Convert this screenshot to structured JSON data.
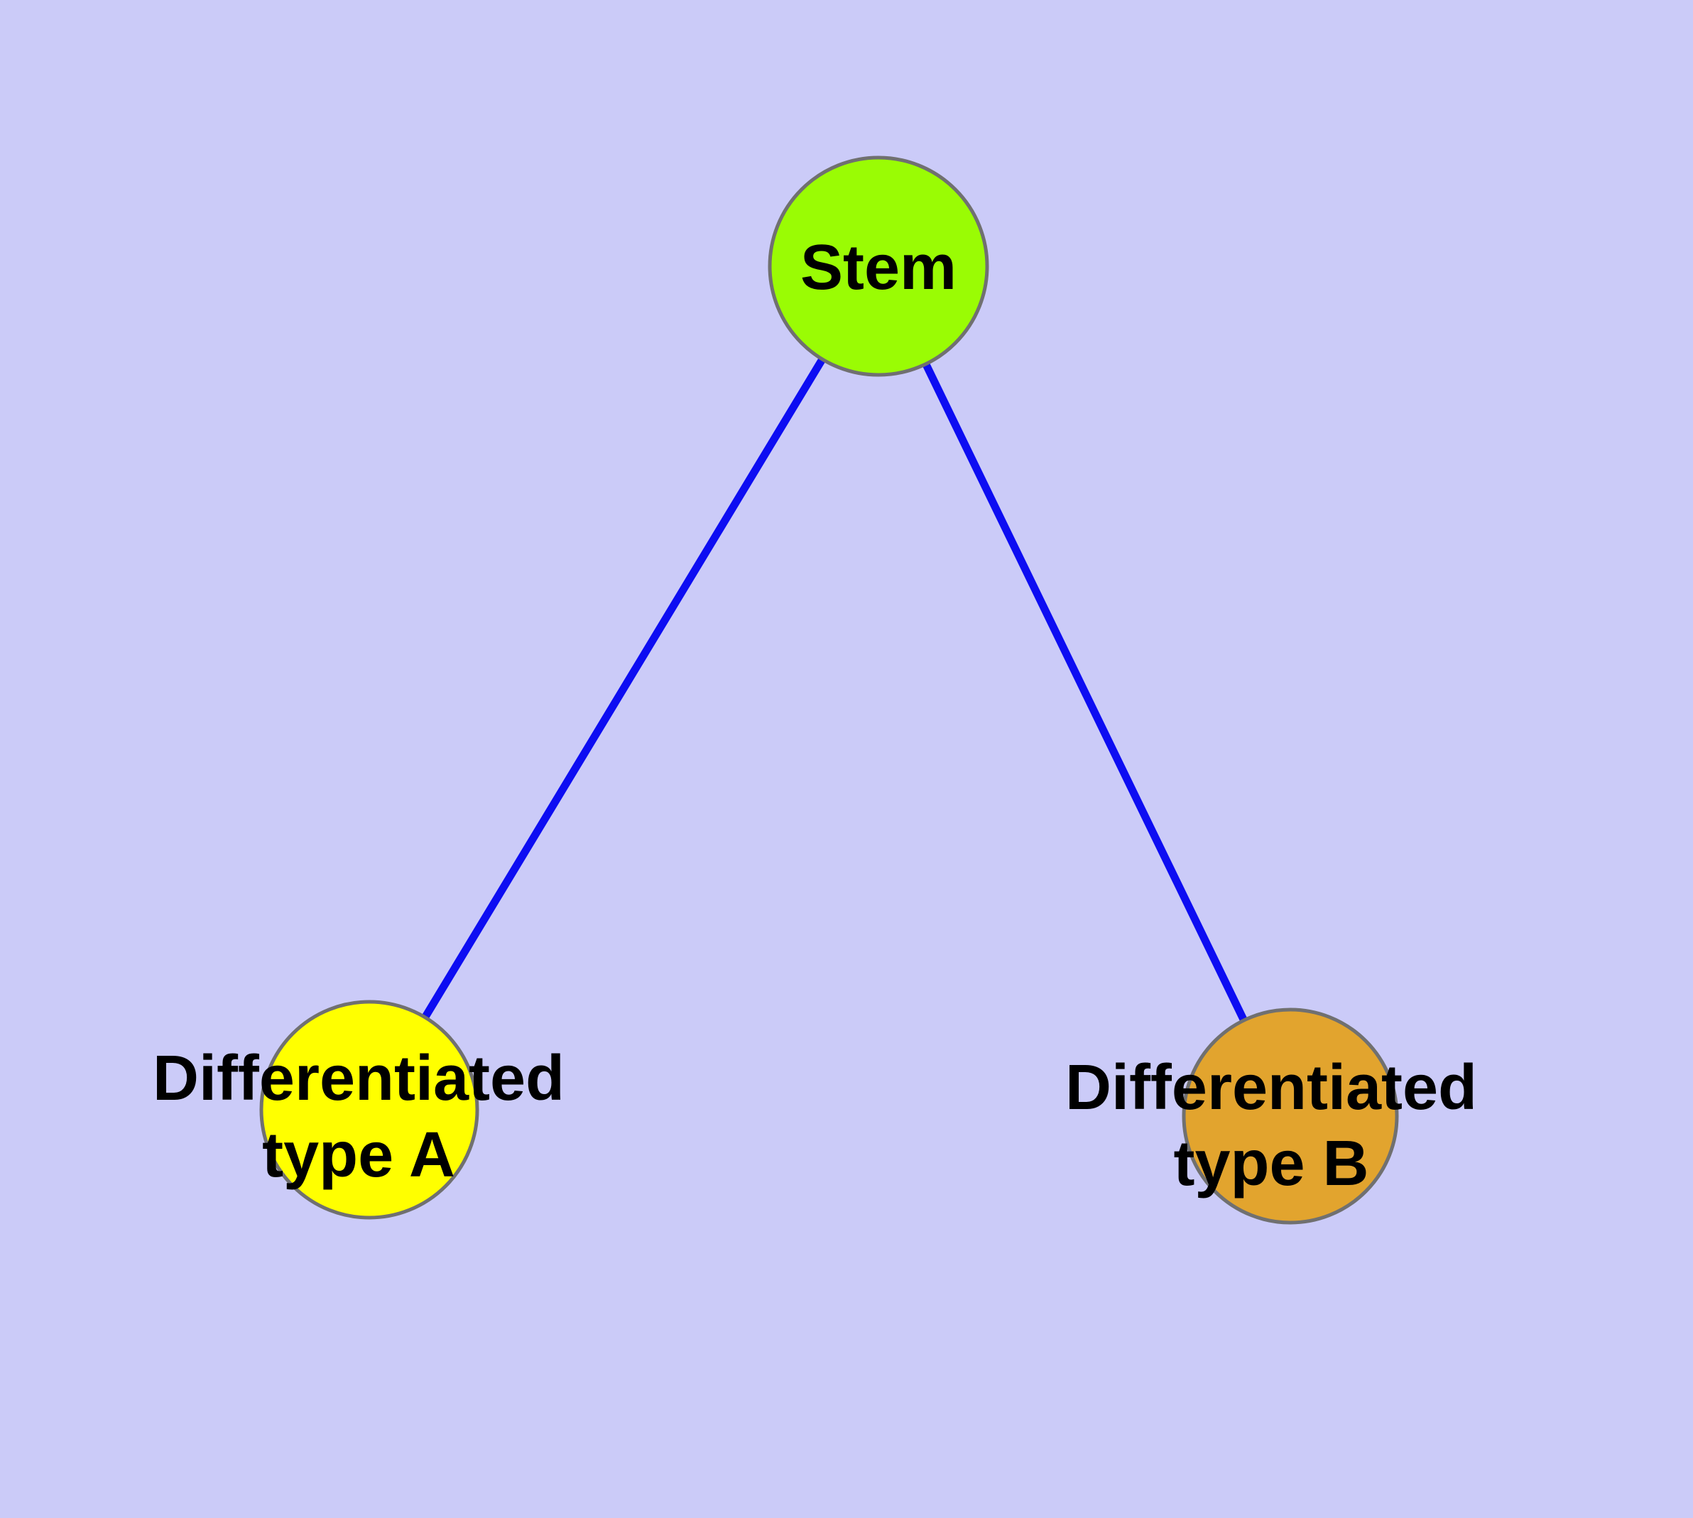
{
  "diagram": {
    "background_color": "#cbcbf8",
    "edge_color": "#0d0df2",
    "node_border_color": "#707070",
    "label_color": "#000000",
    "nodes": [
      {
        "id": "stem",
        "label": "Stem",
        "label_lines": [
          "Stem"
        ],
        "fill": "#9afc04"
      },
      {
        "id": "differentiated-type-a",
        "label": "Differentiated type A",
        "label_lines": [
          "Differentiated",
          "type A"
        ],
        "fill": "#ffff00"
      },
      {
        "id": "differentiated-type-b",
        "label": "Differentiated type B",
        "label_lines": [
          "Differentiated",
          "type B"
        ],
        "fill": "#e2a42e"
      }
    ],
    "edges": [
      {
        "from": "Stem",
        "to": "Differentiated type A"
      },
      {
        "from": "Stem",
        "to": "Differentiated type B"
      }
    ]
  }
}
